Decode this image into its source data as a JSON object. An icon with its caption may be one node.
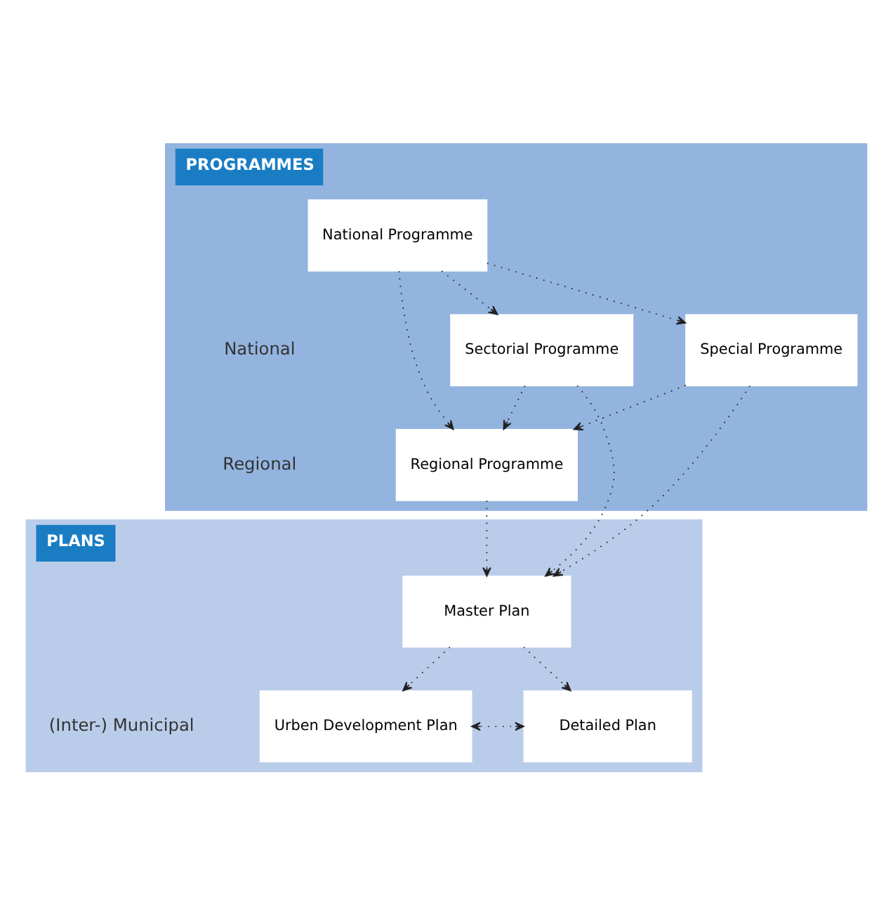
{
  "diagram": {
    "nodes": [
      {
        "text": [
          "PROGRAMMES"
        ]
      },
      {
        "text": [
          "National Programme"
        ],
        "in": 0
      },
      {
        "text": [
          "Sectorial Programme"
        ],
        "in": 0
      },
      {
        "text": [
          "Special Programme"
        ],
        "in": 0
      },
      {
        "text": [
          "Regional Programme"
        ],
        "in": 0
      },
      {
        "text": [
          "PLANS"
        ]
      },
      {
        "text": [
          "Master Plan"
        ],
        "in": 5
      },
      {
        "text": [
          "Urben Development Plan"
        ],
        "in": 5
      },
      {
        "text": [
          "Detailed Plan"
        ],
        "in": 5
      }
    ],
    "edges": [
      {
        "from": 1,
        "to": 2,
        "arrow": "to"
      },
      {
        "from": 1,
        "to": 4,
        "arrow": "to"
      },
      {
        "from": 1,
        "to": 3,
        "arrow": "to"
      },
      {
        "from": 2,
        "to": 4,
        "arrow": "to"
      },
      {
        "from": 3,
        "to": 4,
        "arrow": "to"
      },
      {
        "from": 4,
        "to": 6,
        "arrow": "to"
      },
      {
        "from": 2,
        "to": 6,
        "arrow": "to"
      },
      {
        "from": 3,
        "to": 6,
        "arrow": "to"
      },
      {
        "from": 6,
        "to": 7,
        "arrow": "to"
      },
      {
        "from": 6,
        "to": 8,
        "arrow": "to"
      },
      {
        "from": 7,
        "to": 8,
        "arrow": "both"
      }
    ],
    "labels": [
      "National",
      "Regional",
      "(Inter-) Municipal"
    ]
  }
}
